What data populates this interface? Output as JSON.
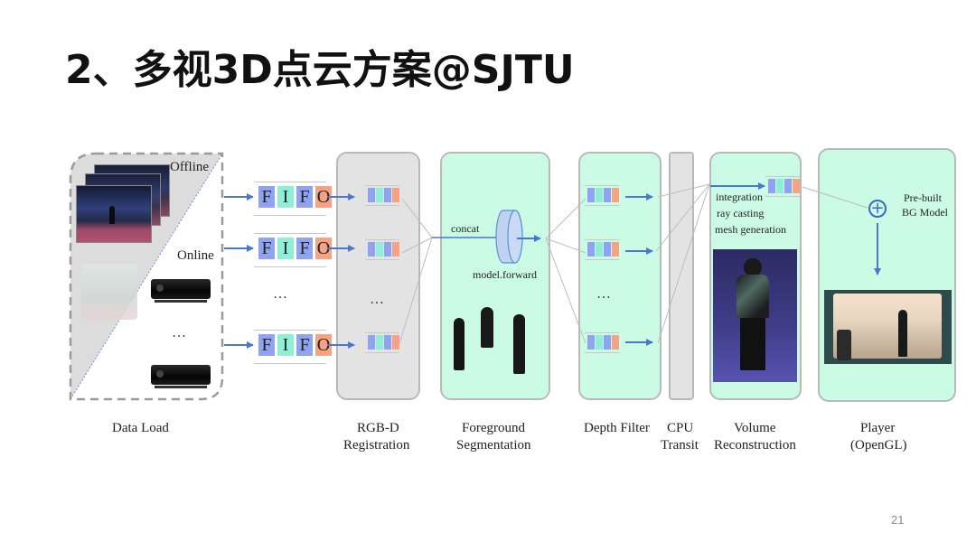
{
  "slide": {
    "title": "2、多视3D点云方案@SJTU",
    "page_number": "21"
  },
  "diagram": {
    "data_load": {
      "offline_label": "Offline",
      "online_label": "Online",
      "ellipsis": "…"
    },
    "fifo": {
      "letters": [
        "F",
        "I",
        "F",
        "O"
      ],
      "colors": [
        "#8fa3f0",
        "#8eeed6",
        "#8fa3f0",
        "#f5a384"
      ],
      "ellipsis": "…"
    },
    "registration": {
      "ellipsis": "…"
    },
    "segmentation": {
      "concat_label": "concat",
      "model_label": "model.forward"
    },
    "depth_filter": {
      "ellipsis": "…"
    },
    "volume": {
      "steps": [
        "integration",
        "ray casting",
        "mesh generation"
      ]
    },
    "player": {
      "bg_model_line1": "Pre-built",
      "bg_model_line2": "BG Model",
      "plus_symbol": "+"
    },
    "stage_labels": {
      "data_load": "Data Load",
      "registration_1": "RGB-D",
      "registration_2": "Registration",
      "segmentation_1": "Foreground",
      "segmentation_2": "Segmentation",
      "depth_filter": "Depth Filter",
      "cpu_1": "CPU",
      "cpu_2": "Transit",
      "volume_1": "Volume",
      "volume_2": "Reconstruction",
      "player_1": "Player",
      "player_2": "(OpenGL)"
    },
    "colors": {
      "arrow": "#4a78d0",
      "stage_green": "#ccfbe5",
      "stage_gray": "#e3e3e3",
      "stage_border": "#b9b9b9",
      "connector": "#bcbcbc"
    }
  }
}
